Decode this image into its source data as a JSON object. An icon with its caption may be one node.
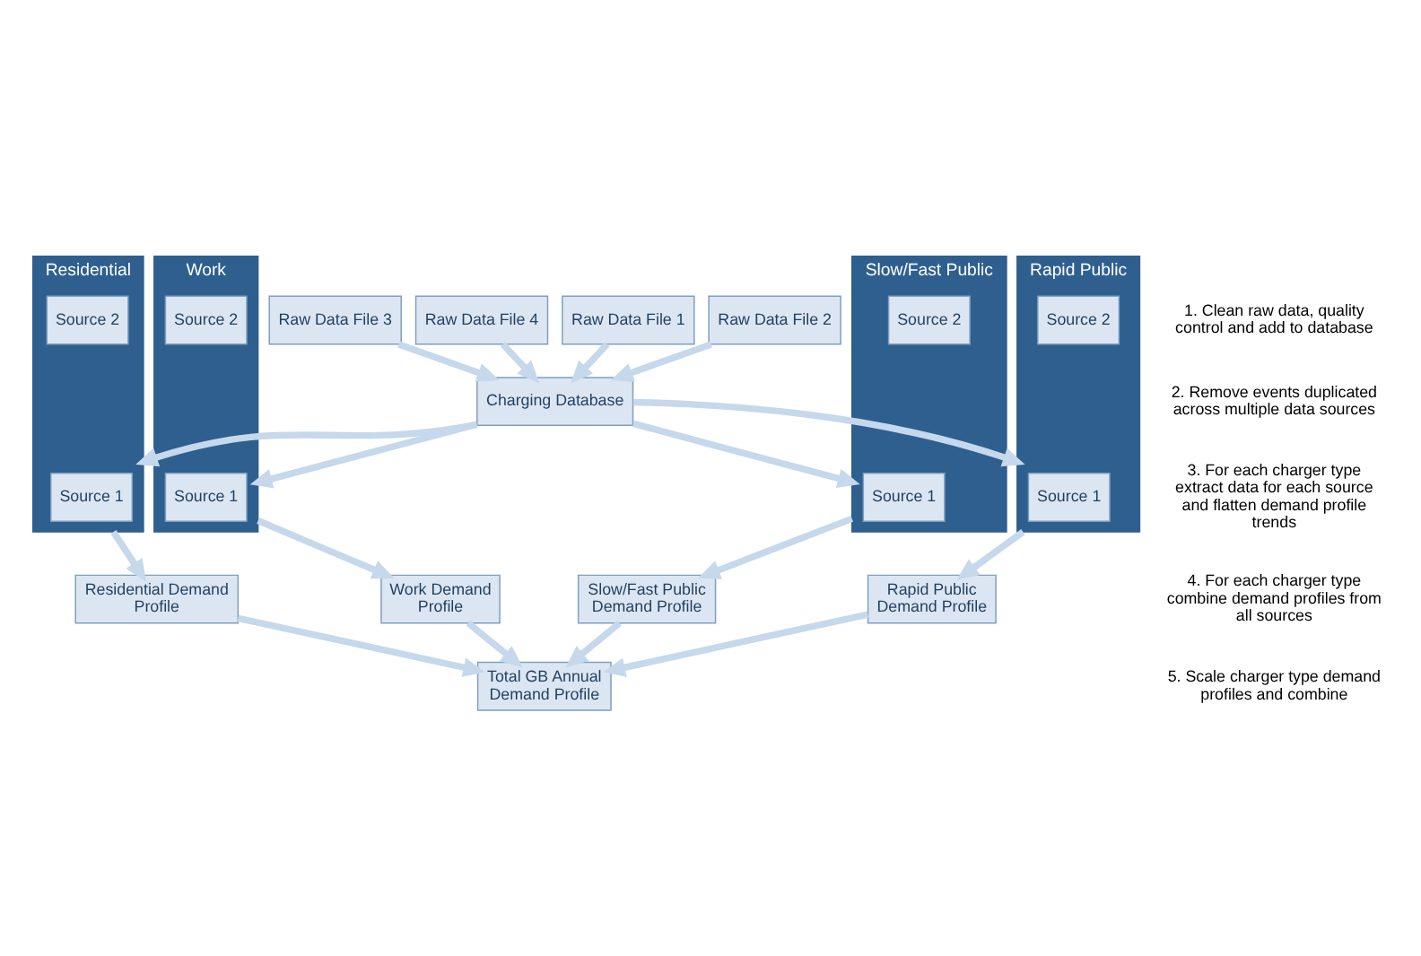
{
  "diagram": {
    "nodes": [
      {
        "text": [
          "Raw Data File 1"
        ]
      },
      {
        "text": [
          "Raw Data File 2"
        ]
      },
      {
        "text": [
          "Raw Data File 3"
        ]
      },
      {
        "text": [
          "Raw Data File 4"
        ]
      },
      {
        "text": [
          "Charging Database"
        ]
      },
      {
        "text": [
          "Residential"
        ]
      },
      {
        "text": [
          "Source 1"
        ],
        "in": 5
      },
      {
        "text": [
          "Source 2"
        ],
        "in": 5
      },
      {
        "text": [
          "Work"
        ]
      },
      {
        "text": [
          "Source 1"
        ],
        "in": 8
      },
      {
        "text": [
          "Source 2"
        ],
        "in": 8
      },
      {
        "text": [
          "Slow/Fast Public"
        ]
      },
      {
        "text": [
          "Source 1"
        ],
        "in": 11
      },
      {
        "text": [
          "Source 2"
        ],
        "in": 11
      },
      {
        "text": [
          "Rapid Public"
        ]
      },
      {
        "text": [
          "Source 1"
        ],
        "in": 14
      },
      {
        "text": [
          "Source 2"
        ],
        "in": 14
      },
      {
        "text": [
          "Residential Demand Profile"
        ]
      },
      {
        "text": [
          "Work Demand Profile"
        ]
      },
      {
        "text": [
          "Slow/Fast Public Demand Profile"
        ]
      },
      {
        "text": [
          "Rapid Public Demand Profile"
        ]
      },
      {
        "text": [
          "Total GB Annual Demand Profile"
        ]
      }
    ],
    "edges": [
      {
        "from": 0,
        "to": 4,
        "arrow": "to"
      },
      {
        "from": 1,
        "to": 4,
        "arrow": "to"
      },
      {
        "from": 2,
        "to": 4,
        "arrow": "to"
      },
      {
        "from": 3,
        "to": 4,
        "arrow": "to"
      },
      {
        "from": 4,
        "to": 5,
        "arrow": "to"
      },
      {
        "from": 4,
        "to": 8,
        "arrow": "to"
      },
      {
        "from": 4,
        "to": 11,
        "arrow": "to"
      },
      {
        "from": 4,
        "to": 14,
        "arrow": "to"
      },
      {
        "from": 5,
        "to": 17,
        "arrow": "to"
      },
      {
        "from": 8,
        "to": 18,
        "arrow": "to"
      },
      {
        "from": 11,
        "to": 19,
        "arrow": "to"
      },
      {
        "from": 14,
        "to": 20,
        "arrow": "to"
      },
      {
        "from": 17,
        "to": 21,
        "arrow": "to"
      },
      {
        "from": 18,
        "to": 21,
        "arrow": "to"
      },
      {
        "from": 19,
        "to": 21,
        "arrow": "to"
      },
      {
        "from": 20,
        "to": 21,
        "arrow": "to"
      }
    ],
    "labels": [
      "1. Clean raw data, quality control and add to database",
      "2. Remove events duplicated across multiple data sources",
      "3. For each charger type extract data for each source and flatten demand profile trends",
      "4. For each charger type combine demand profiles from all sources",
      "5. Scale charger type demand profiles and combine"
    ]
  }
}
